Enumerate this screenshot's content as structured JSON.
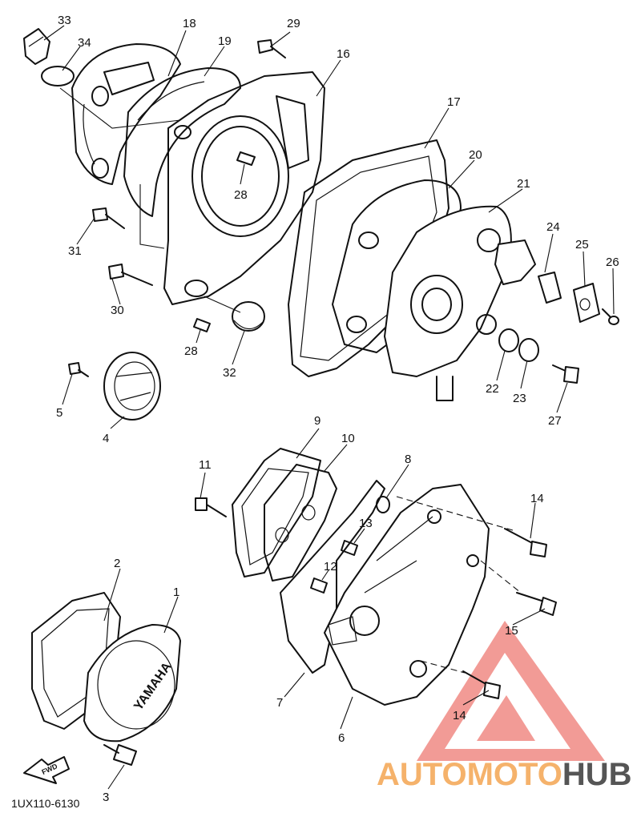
{
  "diagram_code": "1UX110-6130",
  "callouts": {
    "c1": "1",
    "c2": "2",
    "c3": "3",
    "c4": "4",
    "c5": "5",
    "c6": "6",
    "c7": "7",
    "c8": "8",
    "c9": "9",
    "c10": "10",
    "c11": "11",
    "c12": "12",
    "c13": "13",
    "c14a": "14",
    "c14b": "14",
    "c15": "15",
    "c16": "16",
    "c17": "17",
    "c18": "18",
    "c19": "19",
    "c20": "20",
    "c21": "21",
    "c22": "22",
    "c23": "23",
    "c24": "24",
    "c25": "25",
    "c26": "26",
    "c27": "27",
    "c28a": "28",
    "c28b": "28",
    "c29": "29",
    "c30": "30",
    "c31": "31",
    "c32": "32",
    "c33": "33",
    "c34": "34"
  },
  "cover_marking": "YAMAHA",
  "fwd_label": "FWD",
  "watermark": {
    "word_auto": "AUTO",
    "word_moto": "MOTO",
    "word_hub": "HUB",
    "colors": {
      "triangle": "#f08a84",
      "auto": "#f5b26b",
      "moto": "#f5b26b",
      "hub": "#555555"
    }
  }
}
